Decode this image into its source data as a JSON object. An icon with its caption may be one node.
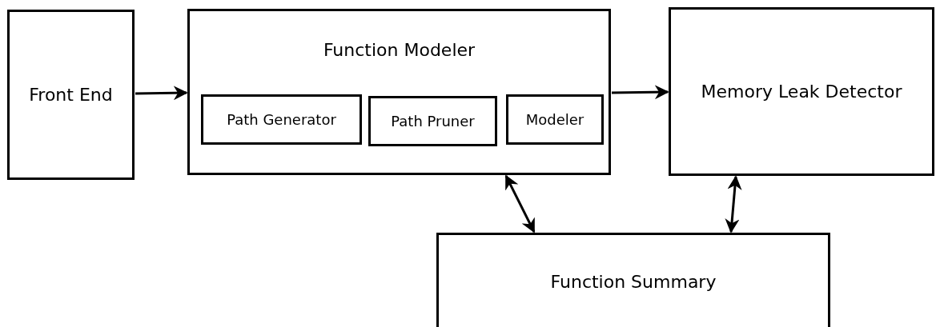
{
  "diagram": {
    "nodes": [
      {
        "text": [
          "Front End"
        ]
      },
      {
        "text": [
          "Function Modeler"
        ]
      },
      {
        "text": [
          "Path Generator"
        ],
        "in": 1
      },
      {
        "text": [
          "Path Pruner"
        ],
        "in": 1
      },
      {
        "text": [
          "Modeler"
        ],
        "in": 1
      },
      {
        "text": [
          "Memory Leak Detector"
        ]
      },
      {
        "text": [
          "Function Summary"
        ]
      }
    ],
    "edges": [
      {
        "from": 0,
        "to": 1,
        "arrow": "to"
      },
      {
        "from": 1,
        "to": 5,
        "arrow": "to"
      },
      {
        "from": 1,
        "to": 6,
        "arrow": "both"
      },
      {
        "from": 6,
        "to": 5,
        "arrow": "both"
      }
    ]
  }
}
